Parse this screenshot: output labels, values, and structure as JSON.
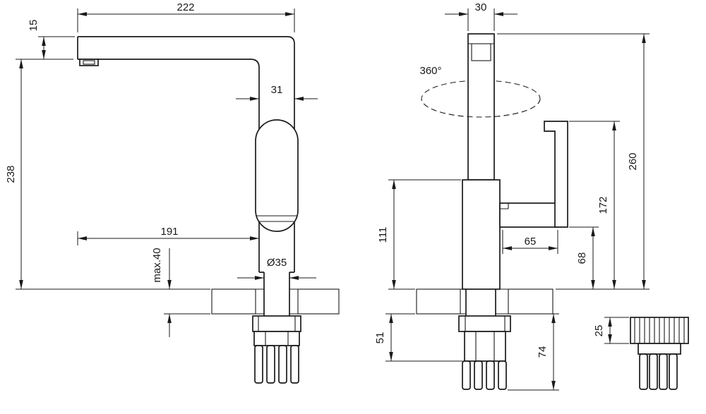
{
  "colors": {
    "line": "#1a1a1a",
    "hatch": "#4a4a4a",
    "background": "#ffffff"
  },
  "views": {
    "side": {
      "dims": {
        "spout_length": "222",
        "spout_height": "15",
        "height_to_spout_underside": "238",
        "body_width": "31",
        "spout_reach": "191",
        "max_deck_thickness": "max.40",
        "shank_diameter": "Ø35"
      }
    },
    "front": {
      "dims": {
        "spout_width": "30",
        "swivel_angle": "360°",
        "overall_height": "260",
        "handle_top_height": "172",
        "body_height": "111",
        "handle_length": "65",
        "handle_underside_height": "68",
        "shank_length": "51",
        "hose_drop": "74"
      }
    },
    "detail": {
      "dims": {
        "nut_height": "25"
      }
    }
  }
}
